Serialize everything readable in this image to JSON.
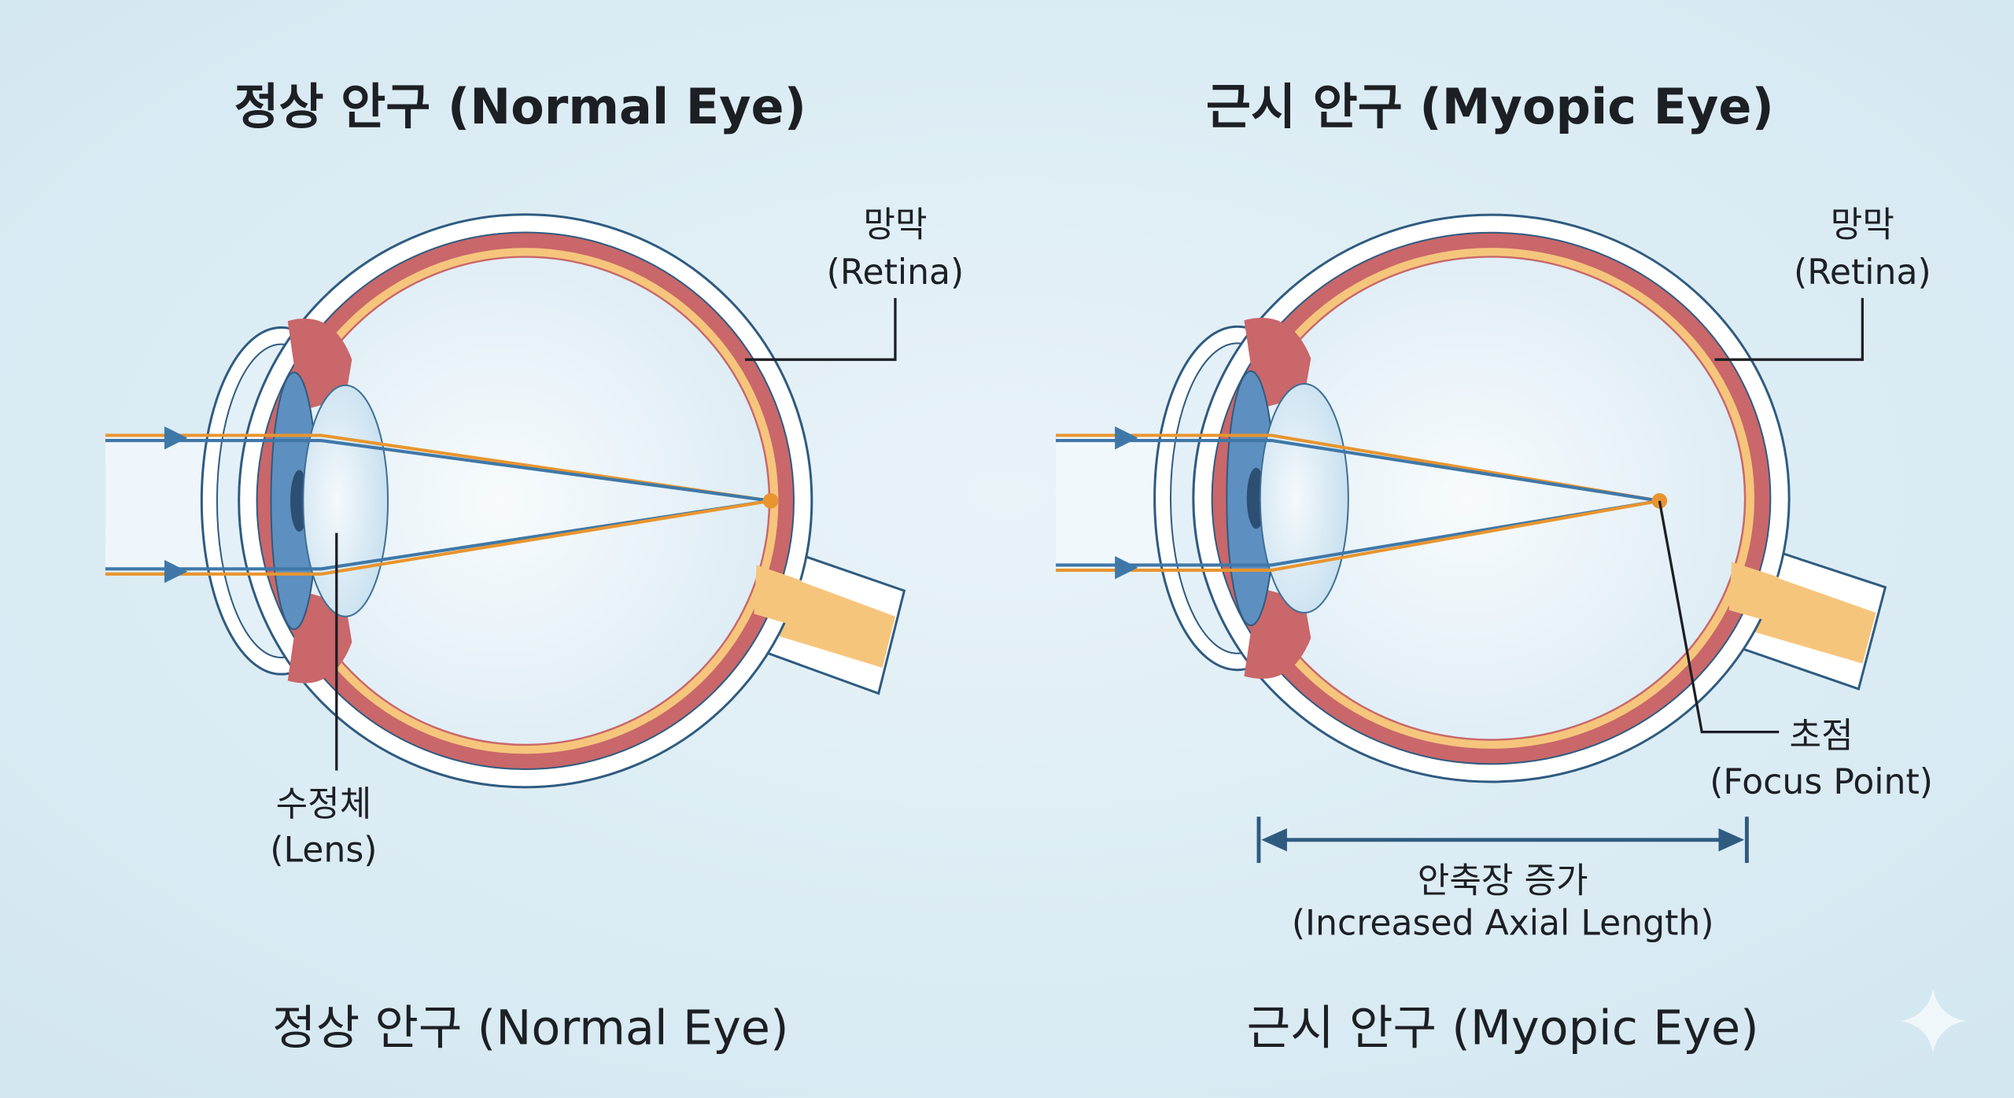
{
  "normal": {
    "title": "정상 안구 (Normal Eye)",
    "retina_ko": "망막",
    "retina_en": "(Retina)",
    "lens_ko": "수정체",
    "lens_en": "(Lens)",
    "caption": "정상 안구 (Normal Eye)"
  },
  "myopic": {
    "title": "근시 안구 (Myopic Eye)",
    "retina_ko": "망막",
    "retina_en": "(Retina)",
    "focus_ko": "초점",
    "focus_en": "(Focus Point)",
    "axial_ko": "안축장 증가",
    "axial_en": "(Increased Axial Length)",
    "caption": "근시 안구 (Myopic Eye)"
  },
  "colors": {
    "background": "#dcecf4",
    "outline": "#2f5b80",
    "choroid": "#c9676a",
    "retina": "#f6c57c",
    "ray_orange": "#e8952f",
    "ray_blue": "#3f78a8",
    "iris": "#5d8fc0"
  }
}
